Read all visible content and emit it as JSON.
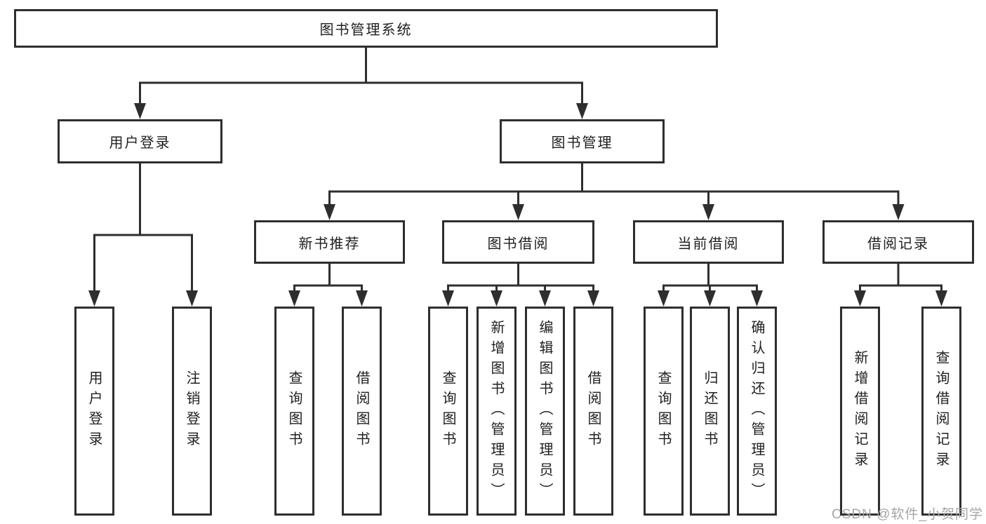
{
  "tree": {
    "label": "图书管理系统",
    "children": [
      {
        "label": "用户登录",
        "children": [
          {
            "label": "用户登录"
          },
          {
            "label": "注销登录"
          }
        ]
      },
      {
        "label": "图书管理",
        "children": [
          {
            "label": "新书推荐",
            "children": [
              {
                "label": "查询图书"
              },
              {
                "label": "借阅图书"
              }
            ]
          },
          {
            "label": "图书借阅",
            "children": [
              {
                "label": "查询图书"
              },
              {
                "label": "新增图书（管理员）"
              },
              {
                "label": "编辑图书（管理员）"
              },
              {
                "label": "借阅图书"
              }
            ]
          },
          {
            "label": "当前借阅",
            "children": [
              {
                "label": "查询图书"
              },
              {
                "label": "归还图书"
              },
              {
                "label": "确认归还（管理员）"
              }
            ]
          },
          {
            "label": "借阅记录",
            "children": [
              {
                "label": "新增借阅记录"
              },
              {
                "label": "查询借阅记录"
              }
            ]
          }
        ]
      }
    ]
  },
  "watermark": {
    "text": "CSDN @软件_小贺同学"
  },
  "colors": {
    "line": "#2e2e2e",
    "box_border": "#2e2e2e",
    "text": "#1f1f1f",
    "background": "#ffffff",
    "watermark": "#a6a6a6"
  }
}
